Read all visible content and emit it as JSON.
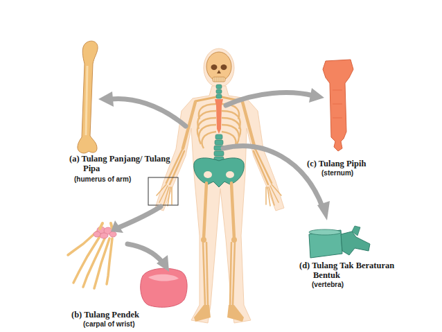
{
  "diagram": {
    "labels": [
      "(a) Tulang Panjang/ Tulang Pipa",
      "(humerus of arm)",
      "(c) Tulang Pipih",
      "(sternum)",
      "(d) Tulang Tak Beraturan Bentuk",
      "(vertebra)",
      "(b) Tulang Pendek",
      "(carpal of wrist)"
    ]
  }
}
